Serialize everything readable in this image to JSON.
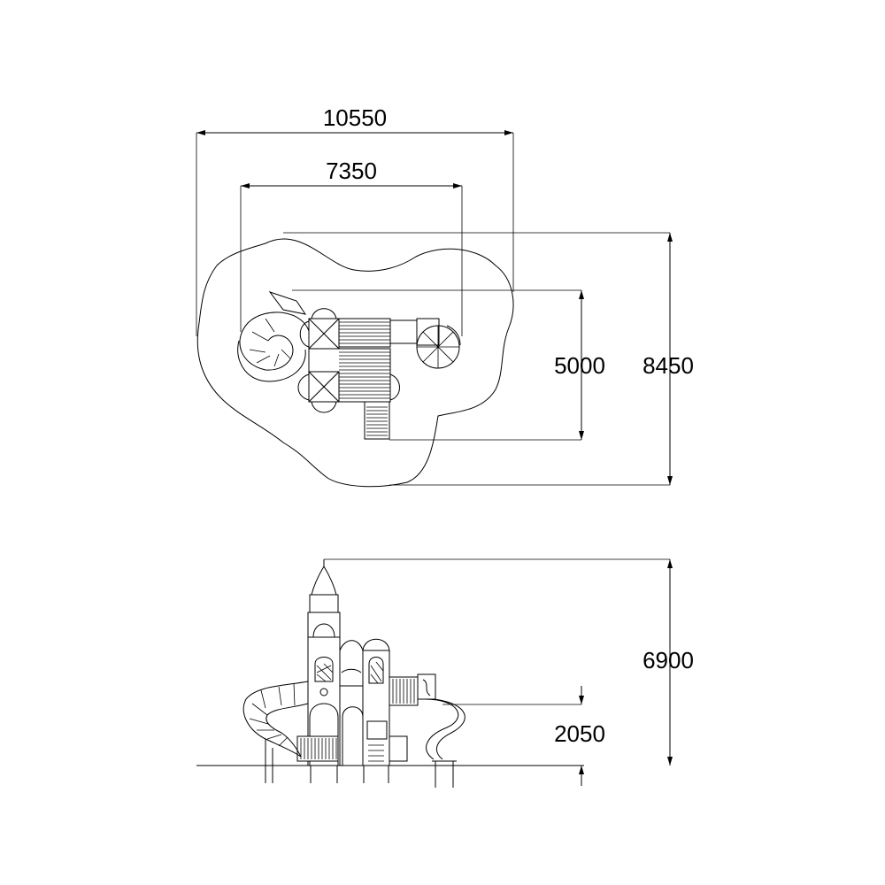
{
  "plan_view": {
    "overall_width": "10550",
    "structure_width": "7350",
    "structure_depth": "5000",
    "overall_depth": "8450"
  },
  "elevation_view": {
    "total_height": "6900",
    "platform_height": "2050"
  },
  "colors": {
    "line": "#000000",
    "background": "#ffffff"
  }
}
